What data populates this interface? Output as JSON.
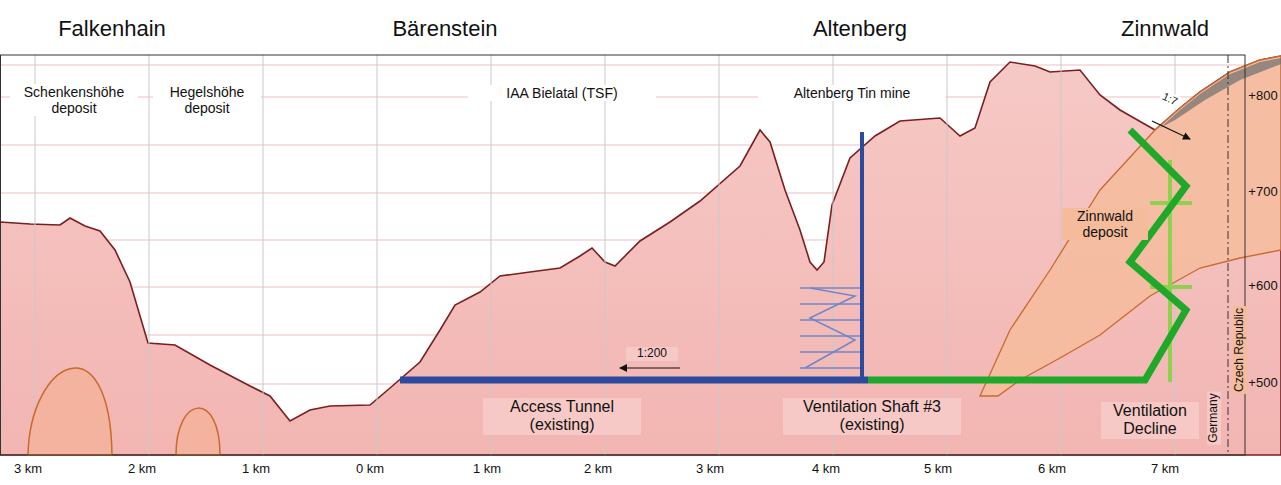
{
  "diagram": {
    "labels": [
      "Falkenhain",
      "Bärenstein",
      "Altenberg",
      "Zinnwald",
      "Schenkenshöhe deposit",
      "Hegelshöhe deposit",
      "IAA Bielatal (TSF)",
      "Altenberg Tin mine",
      "Zinnwald deposit",
      "1:200",
      "1:7",
      "Access Tunnel (existing)",
      "Ventilation Shaft #3 (existing)",
      "Ventilation Decline",
      "Germany",
      "Czech Republic",
      "+800",
      "+700",
      "+600",
      "+500",
      "3 km",
      "2 km",
      "1 km",
      "0 km",
      "1 km",
      "2 km",
      "3 km",
      "4 km",
      "5 km",
      "6 km",
      "7 km"
    ]
  }
}
